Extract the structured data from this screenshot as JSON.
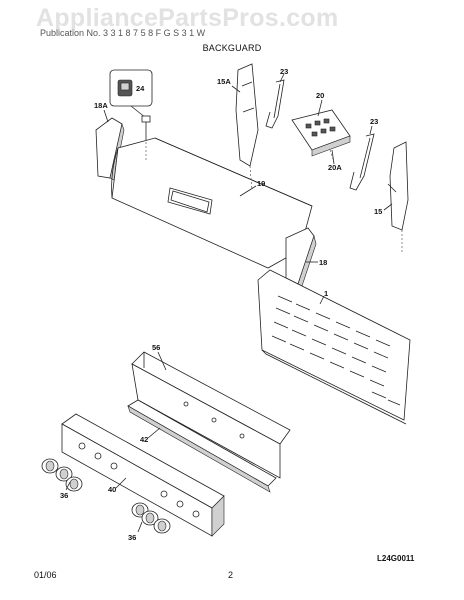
{
  "document": {
    "watermark": "AppliancePartsPros.com",
    "header_line": "Publication No. 3 3 1 8 7 5 8          F G S 3 1 W",
    "section_title": "BACKGUARD",
    "diagram_code": "L24G0011",
    "footer_date": "01/06",
    "footer_page": "2"
  },
  "labels": {
    "p24": "24",
    "p18a": "18A",
    "p15a": "15A",
    "p23a": "23",
    "p20": "20",
    "p20a": "20A",
    "p23b": "23",
    "p15": "15",
    "p19": "19",
    "p18": "18",
    "p1": "1",
    "p56": "56",
    "p42": "42",
    "p40": "40",
    "p36a": "36",
    "p36b": "36"
  }
}
